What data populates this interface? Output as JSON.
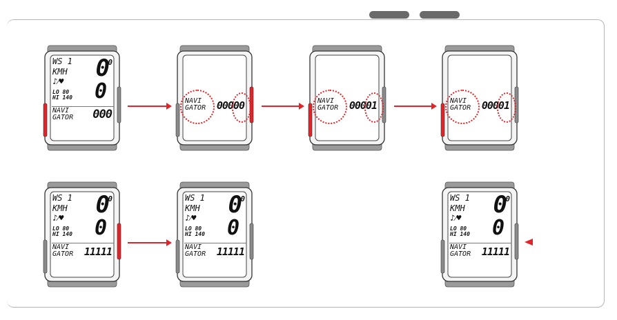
{
  "colors": {
    "accent": "#e0242a",
    "frame": "#b5b5b5",
    "header_pill": "#6a6a6a"
  },
  "devices": [
    {
      "id": "d1",
      "kind": "full",
      "ws": "WS 1",
      "unit": "KMH",
      "lo": "LO 80",
      "hi": "HI 140",
      "nav1": "NAVI",
      "nav2": "GATOR",
      "big1": "0",
      "deg": "0",
      "big2": "0",
      "value": "000",
      "red_side": "left"
    },
    {
      "id": "d2",
      "kind": "navi",
      "nav1": "NAVI",
      "nav2": "GATOR",
      "value": "00000",
      "red_side": "right"
    },
    {
      "id": "d3",
      "kind": "navi",
      "nav1": "NAVI",
      "nav2": "GATOR",
      "value": "00001",
      "red_side": "left"
    },
    {
      "id": "d4",
      "kind": "navi",
      "nav1": "NAVI",
      "nav2": "GATOR",
      "value": "00001",
      "red_side": "left"
    },
    {
      "id": "d5",
      "kind": "full",
      "ws": "WS 1",
      "unit": "KMH",
      "lo": "LO 80",
      "hi": "HI 140",
      "nav1": "NAVI",
      "nav2": "GATOR",
      "big1": "0",
      "deg": "0",
      "big2": "0",
      "value": "11111",
      "red_side": "right"
    },
    {
      "id": "d6",
      "kind": "full",
      "ws": "WS 1",
      "unit": "KMH",
      "lo": "LO 80",
      "hi": "HI 140",
      "nav1": "NAVI",
      "nav2": "GATOR",
      "big1": "0",
      "deg": "0",
      "big2": "0",
      "value": "11111",
      "red_side": "none"
    },
    {
      "id": "d7",
      "kind": "full",
      "ws": "WS 1",
      "unit": "KMH",
      "lo": "LO 80",
      "hi": "HI 140",
      "nav1": "NAVI",
      "nav2": "GATOR",
      "big1": "0",
      "deg": "0",
      "big2": "0",
      "value": "11111",
      "red_side": "none"
    }
  ]
}
